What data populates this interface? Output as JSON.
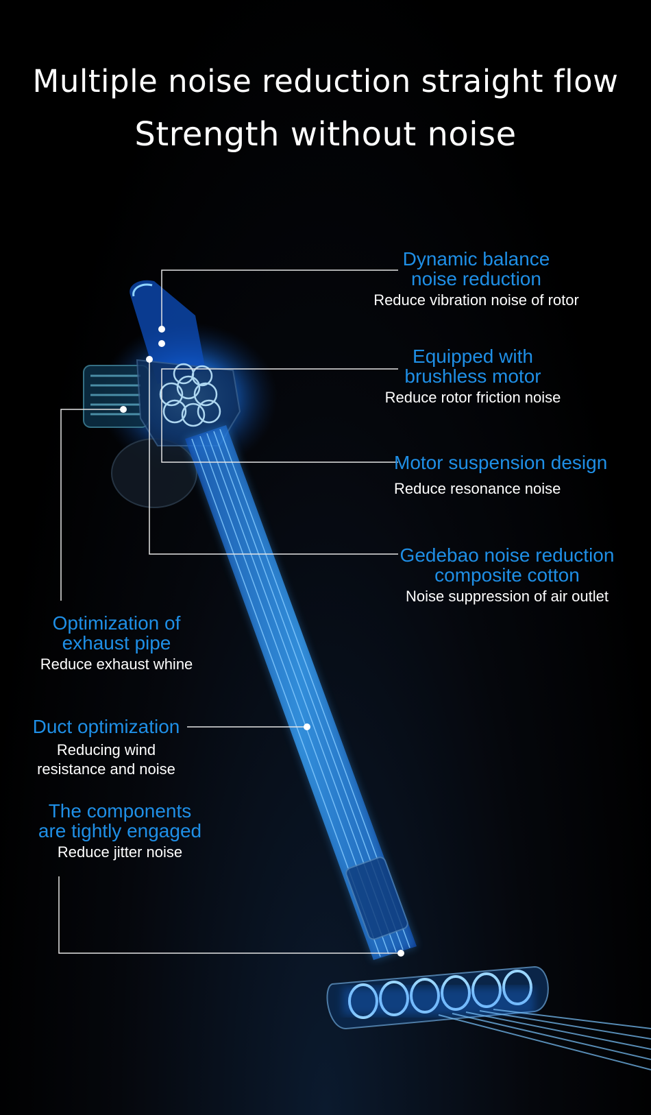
{
  "headline": {
    "line1": "Multiple noise reduction straight flow",
    "line2": "Strength without noise"
  },
  "colors": {
    "accent": "#1f8fe6",
    "text": "#ffffff",
    "background": "#000000",
    "glow": "#1a7dff"
  },
  "annotations": {
    "dynamic_balance": {
      "title_l1": "Dynamic balance",
      "title_l2": "noise reduction",
      "sub": "Reduce vibration noise of rotor"
    },
    "brushless_motor": {
      "title_l1": "Equipped with",
      "title_l2": "brushless motor",
      "sub": "Reduce rotor friction noise"
    },
    "motor_suspension": {
      "title": "Motor suspension design",
      "sub": "Reduce resonance noise"
    },
    "gedebao": {
      "title_l1": "Gedebao noise reduction",
      "title_l2": "composite cotton",
      "sub": "Noise suppression of air outlet"
    },
    "exhaust_pipe": {
      "title_l1": "Optimization of",
      "title_l2": "exhaust pipe",
      "sub": "Reduce exhaust whine"
    },
    "duct": {
      "title": "Duct optimization",
      "sub_l1": "Reducing wind",
      "sub_l2": "resistance and noise"
    },
    "components": {
      "title_l1": "The components",
      "title_l2": "are tightly engaged",
      "sub": "Reduce jitter noise"
    }
  }
}
